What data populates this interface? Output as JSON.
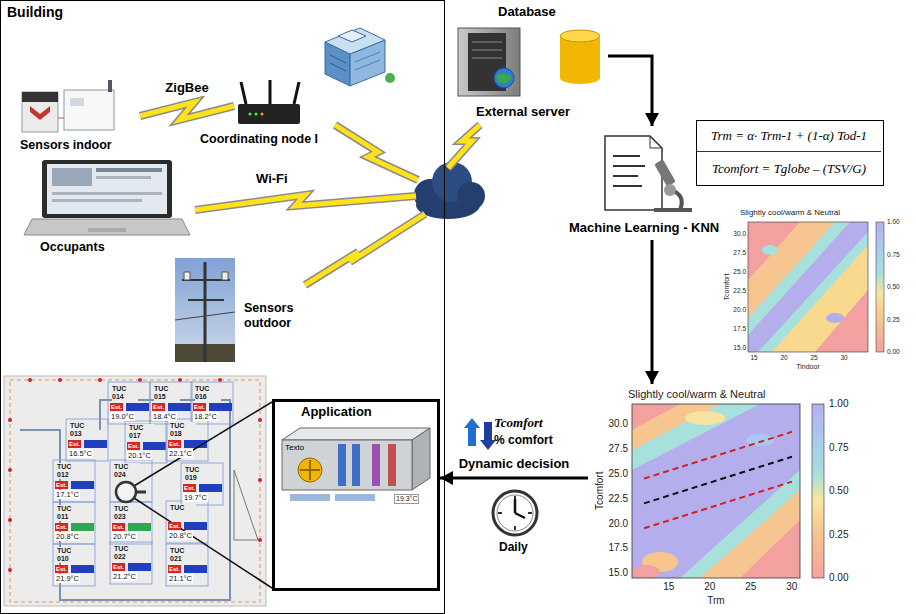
{
  "diagram": {
    "nodes": [
      {
        "text": [
          "Building"
        ]
      },
      {
        "text": [
          "Sensors indoor"
        ],
        "in": 0
      },
      {
        "text": [
          "Coordinating node I"
        ],
        "in": 0
      },
      {
        "text": [
          "Occupants"
        ],
        "in": 0
      },
      {
        "text": [
          "Sensors outdoor"
        ],
        "in": 0
      },
      {
        "text": [
          "Application"
        ],
        "in": 0
      },
      {
        "text": [
          "Database",
          "External server"
        ]
      },
      {
        "text": [
          "Machine Learning - KNN"
        ]
      },
      {
        "text": [
          "Trm = α· Trm-1 + (1-α) Tod-1",
          "Tcomfort = Tglobe – (TSV/G)"
        ]
      },
      {
        "text": [
          "Slightly cool/warm & Neutral"
        ]
      },
      {
        "text": [
          "Slightly cool/warm & Neutral"
        ]
      }
    ],
    "edges": [
      {
        "from": 1,
        "to": 2,
        "label": "ZigBee",
        "arrow": "none"
      },
      {
        "from": 6,
        "to": 7,
        "arrow": "to"
      },
      {
        "from": 7,
        "to": 10,
        "arrow": "to"
      },
      {
        "from": 10,
        "to": 5,
        "label": "Dynamic decision",
        "arrow": "to"
      }
    ],
    "labels": [
      "Wi-Fi",
      "Tcomfort",
      "% comfort",
      "Daily",
      "Texto",
      "19.3°C",
      "30.0",
      "27.5",
      "25.0",
      "22.5",
      "20.0",
      "17.5",
      "15.0",
      "15",
      "20",
      "25",
      "30",
      "Tcomfort",
      "Tindoor",
      "1.00",
      "0.75",
      "0.50",
      "0.25",
      "0.00",
      "30.0",
      "27.5",
      "25.0",
      "22.5",
      "20.0",
      "17.5",
      "15.0",
      "15",
      "20",
      "25",
      "30",
      "Tcomfort",
      "Trm",
      "1.00",
      "0.75",
      "0.50",
      "0.25",
      "0.00",
      "TUC 014",
      "Est.",
      "19.0°C",
      "TUC 015",
      "Est.",
      "18.4°C",
      "TUC 016",
      "Est.",
      "18.2°C",
      "TUC 013",
      "Est.",
      "16.5°C",
      "TUC 017",
      "Est.",
      "20.1°C",
      "TUC 018",
      "Est.",
      "22.1°C",
      "TUC 012",
      "Est.",
      "17.1°C",
      "TUC 024",
      "TUC 019",
      "Est.",
      "19.7°C",
      "TUC 011",
      "Est.",
      "20.8°C",
      "TUC 023",
      "Est.",
      "20.7°C",
      "TUC",
      "Est.",
      "20.8°C",
      "TUC 010",
      "Est.",
      "21.9°C",
      "TUC 022",
      "Est.",
      "21.2°C",
      "TUC 021",
      "Est.",
      "21.1°C"
    ]
  }
}
